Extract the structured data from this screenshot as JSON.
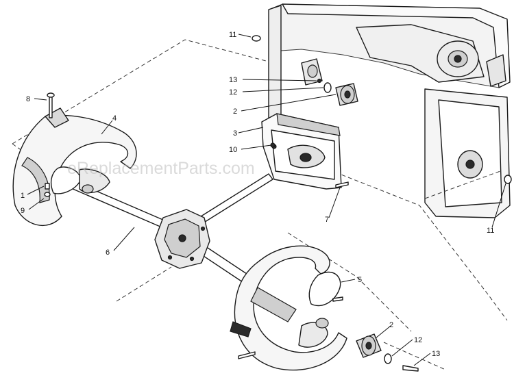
{
  "watermark": "eReplacementParts.com",
  "callouts": [
    {
      "id": "c11a",
      "label": "11"
    },
    {
      "id": "c13a",
      "label": "13"
    },
    {
      "id": "c12a",
      "label": "12"
    },
    {
      "id": "c2a",
      "label": "2"
    },
    {
      "id": "c3",
      "label": "3"
    },
    {
      "id": "c10",
      "label": "10"
    },
    {
      "id": "c8",
      "label": "8"
    },
    {
      "id": "c4",
      "label": "4"
    },
    {
      "id": "c1",
      "label": "1"
    },
    {
      "id": "c9",
      "label": "9"
    },
    {
      "id": "c6",
      "label": "6"
    },
    {
      "id": "c7",
      "label": "7"
    },
    {
      "id": "c11b",
      "label": "11"
    },
    {
      "id": "c5",
      "label": "5"
    },
    {
      "id": "c2b",
      "label": "2"
    },
    {
      "id": "c12b",
      "label": "12"
    },
    {
      "id": "c13b",
      "label": "13"
    }
  ]
}
